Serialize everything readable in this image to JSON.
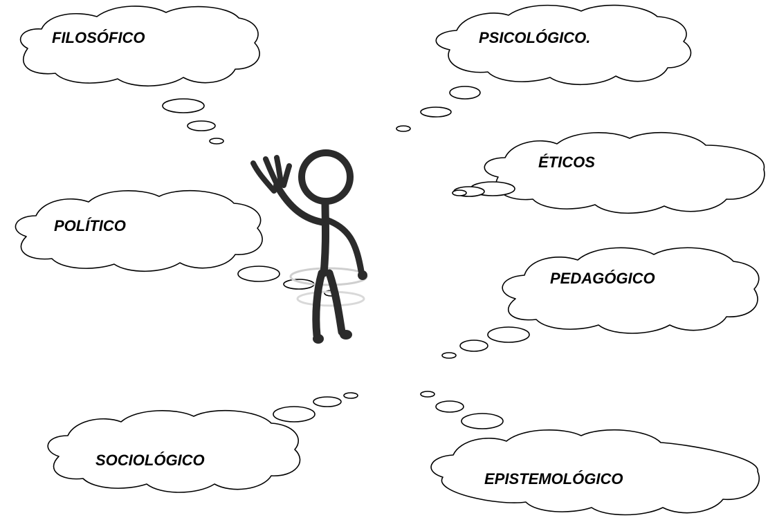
{
  "clouds": {
    "filosofico": "FILOSÓFICO",
    "psicologico": "PSICOLÓGICO.",
    "eticos": "ÉTICOS",
    "politico": "POLÍTICO",
    "pedagogico": "PEDAGÓGICO",
    "sociologico": "SOCIOLÓGICO",
    "epistemologico": "EPISTEMOLÓGICO"
  },
  "figure": {
    "icon": "waving-stick-figure-icon",
    "color": "#2b2b2b"
  }
}
